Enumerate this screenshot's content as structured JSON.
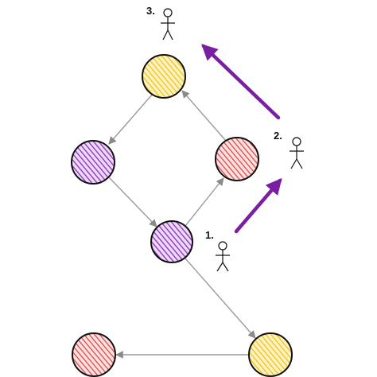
{
  "diagram": {
    "nodes": [
      {
        "id": "top",
        "color": "#f2d23a"
      },
      {
        "id": "left",
        "color": "#8e45b8"
      },
      {
        "id": "right",
        "color": "#d94d4d"
      },
      {
        "id": "middle",
        "color": "#8e45b8"
      },
      {
        "id": "bottom-left",
        "color": "#d94d4d"
      },
      {
        "id": "bottom-right",
        "color": "#f2d23a"
      }
    ],
    "edges": [
      {
        "from": "top",
        "to": "left"
      },
      {
        "from": "right",
        "to": "top"
      },
      {
        "from": "left",
        "to": "middle"
      },
      {
        "from": "middle",
        "to": "right"
      },
      {
        "from": "middle",
        "to": "bottom-right"
      },
      {
        "from": "bottom-right",
        "to": "bottom-left"
      }
    ],
    "actors": [
      {
        "step": "1.",
        "icon": "stick-figure-icon"
      },
      {
        "step": "2.",
        "icon": "stick-figure-icon"
      },
      {
        "step": "3.",
        "icon": "stick-figure-icon"
      }
    ],
    "move_arrow_color": "#7a1fa2",
    "edge_color": "#9a9a9a"
  }
}
